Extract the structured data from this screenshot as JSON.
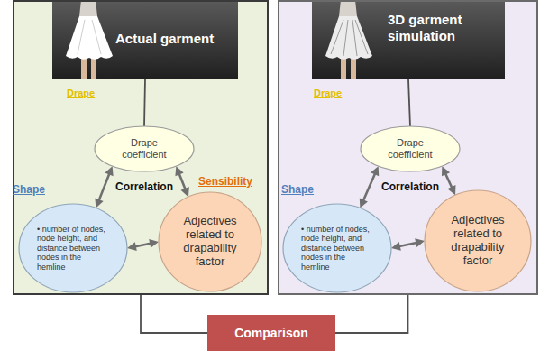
{
  "diagram": {
    "nodes": [
      {
        "text": [
          "Correlation"
        ]
      },
      {
        "text": [
          "Actual garment"
        ],
        "in": 0
      },
      {
        "text": [
          "Drape",
          "Drape coefficient"
        ],
        "in": 0
      },
      {
        "text": [
          "Shape",
          "• number of nodes, node height, and distance between nodes in the hemline"
        ],
        "in": 0
      },
      {
        "text": [
          "Sensibility",
          "Adjectives related to drapability factor"
        ],
        "in": 0
      },
      {
        "text": [
          "Correlation"
        ]
      },
      {
        "text": [
          "3D garment simulation"
        ],
        "in": 5
      },
      {
        "text": [
          "Drape",
          "Drape coefficient"
        ],
        "in": 5
      },
      {
        "text": [
          "Shape",
          "• number of nodes, node height, and distance between nodes in the hemline"
        ],
        "in": 5
      },
      {
        "text": [
          "Adjectives related to drapability factor"
        ],
        "in": 5
      },
      {
        "text": [
          "Comparison"
        ]
      }
    ],
    "edges": [
      {
        "from": 1,
        "to": 2,
        "arrow": "none"
      },
      {
        "from": 2,
        "to": 3,
        "arrow": "both"
      },
      {
        "from": 2,
        "to": 4,
        "arrow": "both"
      },
      {
        "from": 3,
        "to": 4,
        "arrow": "both"
      },
      {
        "from": 6,
        "to": 7,
        "arrow": "none"
      },
      {
        "from": 7,
        "to": 8,
        "arrow": "both"
      },
      {
        "from": 7,
        "to": 9,
        "arrow": "both"
      },
      {
        "from": 8,
        "to": 9,
        "arrow": "both"
      },
      {
        "from": 0,
        "to": 10,
        "arrow": "none"
      },
      {
        "from": 5,
        "to": 10,
        "arrow": "none"
      }
    ]
  }
}
